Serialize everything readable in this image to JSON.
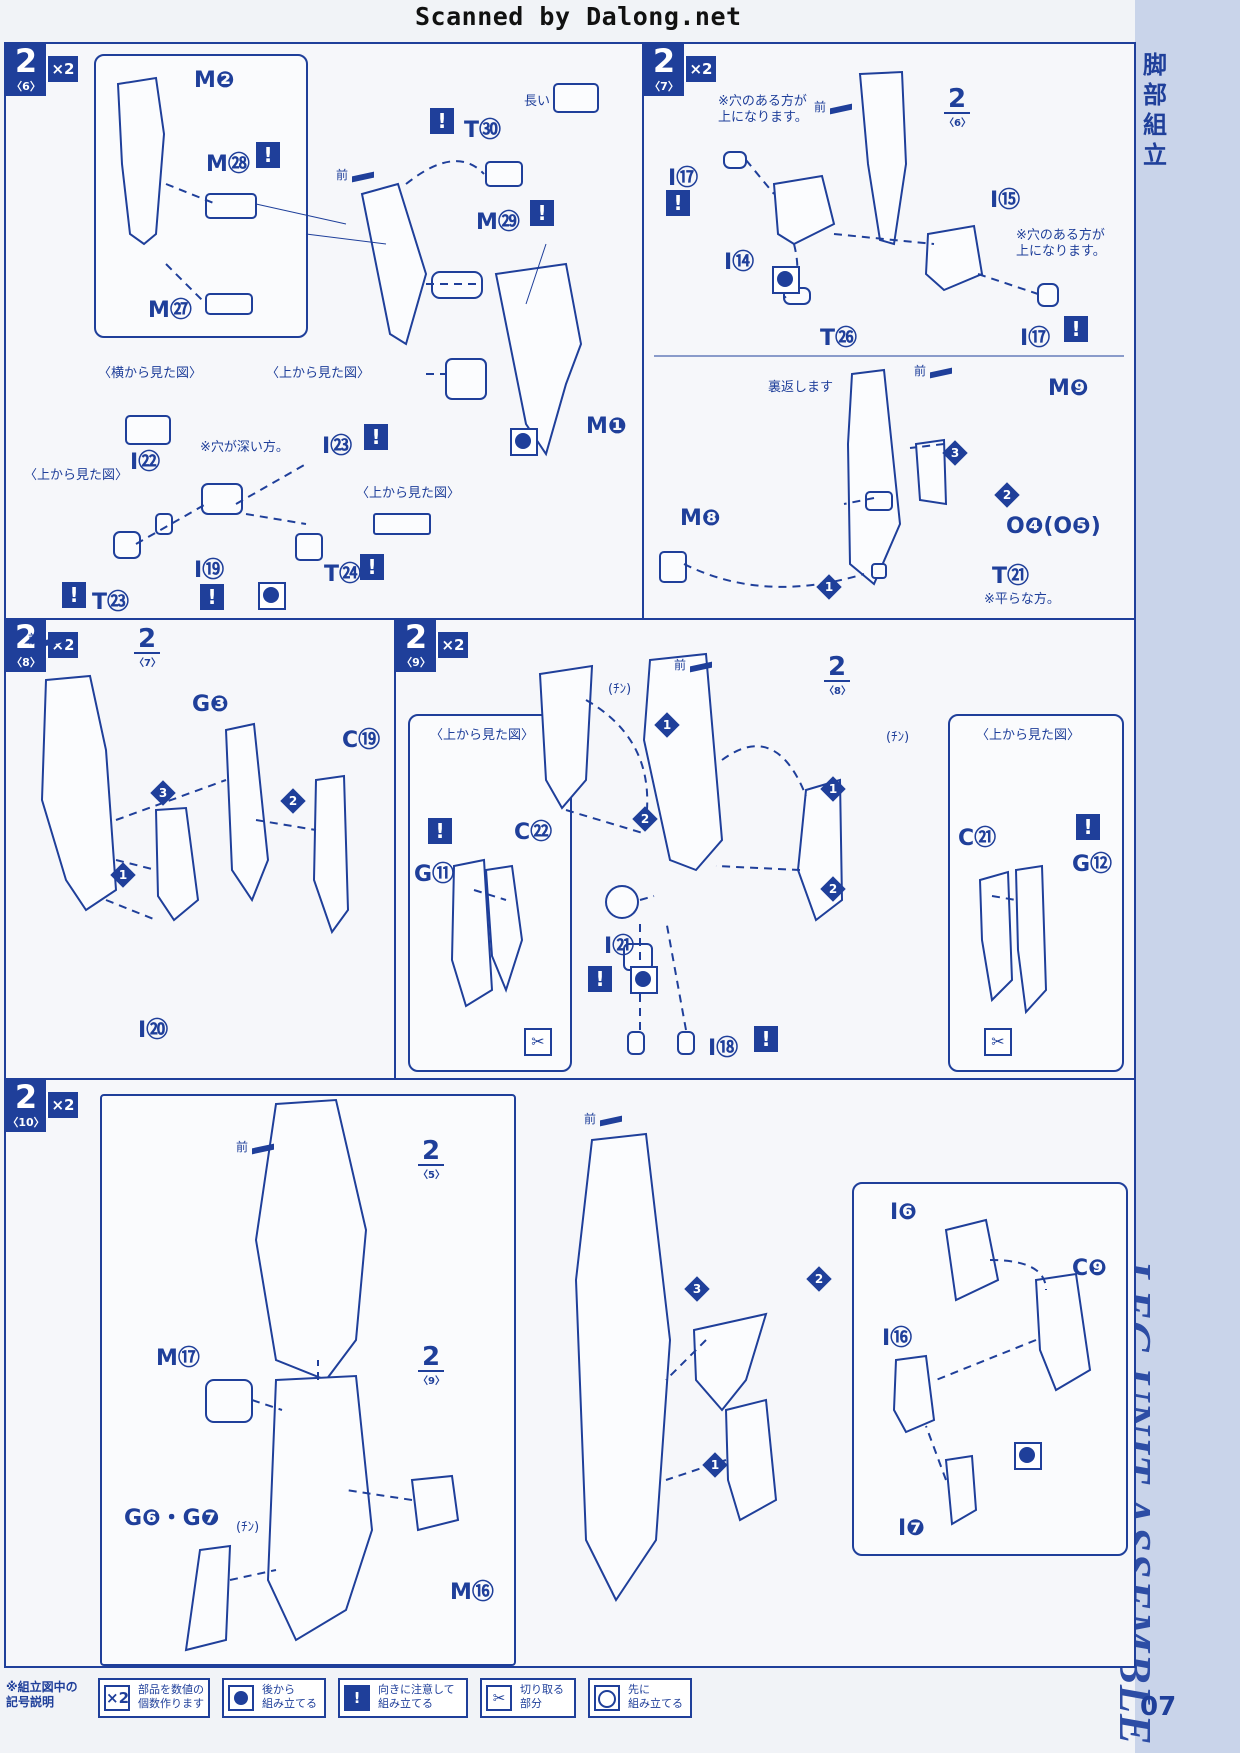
{
  "scan_credit": "Scanned by Dalong.net",
  "sidebar": {
    "jp_title": "脚部組立",
    "en_title": "LEG UNIT ASSEMBLE"
  },
  "page_number": "07",
  "common": {
    "front": "前",
    "count": "×2",
    "step": "2"
  },
  "panel6": {
    "sub": "〈6〉",
    "labels": [
      "M❷",
      "M㉘",
      "M㉗",
      "T㉚",
      "M㉙",
      "M❶",
      "I㉒",
      "I㉓",
      "I⑲",
      "T㉓",
      "T㉔"
    ],
    "note_long": "長い",
    "side_view": "〈横から見た図〉",
    "top_view": "〈上から見た図〉",
    "deep_hole": "※穴が深い方。"
  },
  "panel7": {
    "sub": "〈7〉",
    "labels": [
      "I⑰",
      "I⑭",
      "I⑮",
      "T㉖",
      "I⑰",
      "M❾",
      "M❽",
      "O❹(O❺)",
      "T㉑"
    ],
    "hole_up": "※穴のある方が\n上になります。",
    "ref_sub": "〈6〉",
    "flip": "裏返します",
    "flat_side": "※平らな方。"
  },
  "panel8": {
    "sub": "〈8〉",
    "ref_sub": "〈7〉",
    "labels": [
      "G❸",
      "C⑲",
      "I⑳"
    ]
  },
  "panel9": {
    "sub": "〈9〉",
    "ref_sub": "〈8〉",
    "top_view": "〈上から見た図〉",
    "labels": [
      "C㉒",
      "G⑪",
      "I㉑",
      "I⑱",
      "C㉑",
      "G⑫"
    ],
    "snap": "(ﾁﾝ)"
  },
  "panel10": {
    "sub": "〈10〉",
    "ref_a_sub": "〈5〉",
    "ref_b_sub": "〈9〉",
    "labels": [
      "M⑰",
      "G❻・G❼",
      "M⑯",
      "I❻",
      "C❾",
      "I⑯",
      "I❼"
    ],
    "snap": "(ﾁﾝ)"
  },
  "legend": {
    "title": "※組立図中の\n記号説明",
    "items": [
      {
        "icon": "×2",
        "text": "部品を数値の\n個数作ります"
      },
      {
        "icon": "back",
        "text": "後から\n組み立てる"
      },
      {
        "icon": "!",
        "text": "向きに注意して\n組み立てる"
      },
      {
        "icon": "cut",
        "text": "切り取る\n部分"
      },
      {
        "icon": "first",
        "text": "先に\n組み立てる"
      }
    ]
  },
  "colors": {
    "ink": "#1f3f9a",
    "sidebar": "#c9d4ea",
    "paper": "#f1f3f7"
  }
}
